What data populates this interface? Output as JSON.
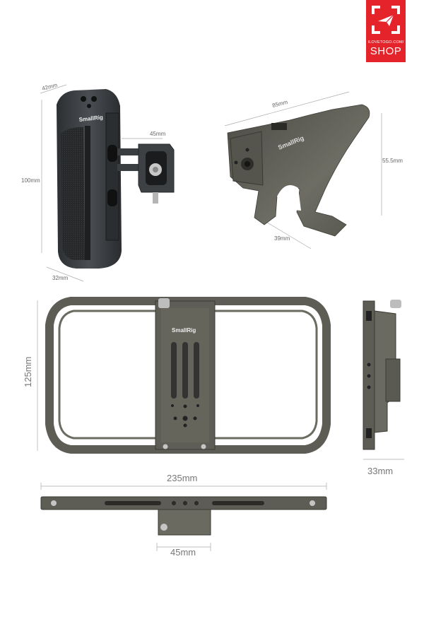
{
  "logo": {
    "url": "ILOVETOGO.COM/",
    "shop": "SHOP",
    "color": "#e4232b"
  },
  "products": {
    "side_handle": {
      "brand": "SmallRig",
      "dims": {
        "depth": "42mm",
        "arm": "45mm",
        "height": "100mm",
        "width": "32mm"
      }
    },
    "top_handle": {
      "brand": "SmallRig",
      "dims": {
        "length": "85mm",
        "height": "55.5mm",
        "base": "39mm"
      }
    },
    "cage": {
      "brand": "SmallRig",
      "dims": {
        "height": "125mm",
        "side_depth": "33mm",
        "width": "235mm",
        "bottom_mount": "45mm"
      }
    }
  },
  "colors": {
    "handle_body": "#3a3d40",
    "cage_metal": "#5d5d55",
    "dimension_lines": "#aaaaaa"
  }
}
